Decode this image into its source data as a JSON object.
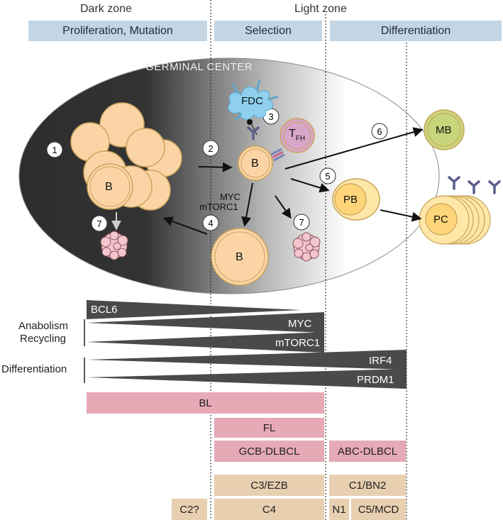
{
  "zones": {
    "dark": "Dark zone",
    "light": "Light zone"
  },
  "headers": {
    "proliferation": "Proliferation, Mutation",
    "selection": "Selection",
    "differentiation": "Differentiation"
  },
  "germinal_center": "GERMINAL CENTER",
  "cells": {
    "b": "B",
    "fdc": "FDC",
    "tfh_main": "T",
    "tfh_sub": "FH",
    "mb": "MB",
    "pb": "PB",
    "pc": "PC",
    "myc": "MYC",
    "mtorc1": "mTORC1"
  },
  "steps": [
    "1",
    "2",
    "3",
    "4",
    "5",
    "6",
    "7"
  ],
  "gradients": {
    "bcl6": "BCL6",
    "myc": "MYC",
    "mtorc1": "mTORC1",
    "irf4": "IRF4",
    "prdm1": "PRDM1"
  },
  "side_labels": {
    "anabolism": "Anabolism",
    "recycling": "Recycling",
    "differentiation": "Differentiation"
  },
  "lymphomas": {
    "bl": "BL",
    "fl": "FL",
    "gcb": "GCB-DLBCL",
    "abc": "ABC-DLBCL",
    "c3": "C3/EZB",
    "c1": "C1/BN2",
    "c2": "C2?",
    "c4": "C4",
    "n1": "N1",
    "c5": "C5/MCD"
  },
  "colors": {
    "header_bg": "#c4d6e4",
    "lymphoma_pink": "#e6a9b6",
    "subtype_tan": "#e8cfb0",
    "b_cell": "#fbd4a6",
    "fdc": "#8ed0ee",
    "tfh": "#d8a6c8",
    "mb": "#c7d67a",
    "pb": "#ffd57a",
    "gradient_dark": "#4a4a4a"
  }
}
